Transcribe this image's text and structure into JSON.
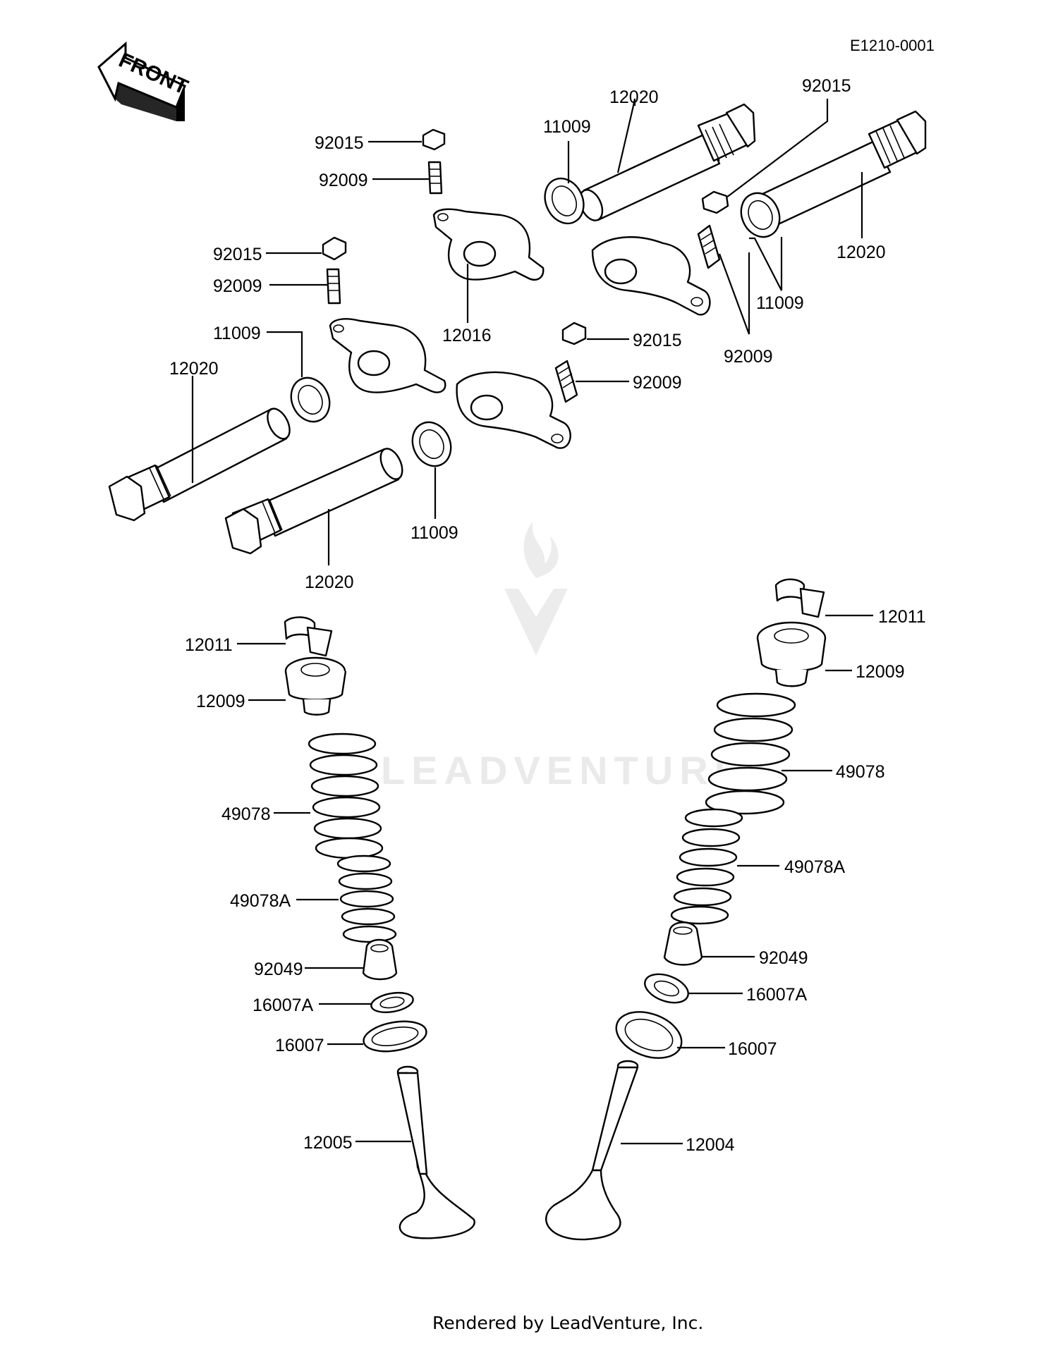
{
  "diagram_code": "E1210-0001",
  "front_label": "FRONT",
  "watermark": "LEADVENTURE",
  "footer_credit": "Rendered by LeadVenture, Inc.",
  "callouts": {
    "nut_upper": "92015",
    "screw_upper": "92009",
    "oring_upper": "11009",
    "shaft_upper": "12020",
    "nut_right": "92015",
    "shaft_right": "12020",
    "oring_right": "11009",
    "screw_right": "92009",
    "nut_left": "92015",
    "screw_left": "92009",
    "rocker_arm": "12016",
    "oring_left": "11009",
    "shaft_left": "12020",
    "nut_mid": "92015",
    "screw_mid": "92009",
    "oring_lower": "11009",
    "shaft_lower": "12020",
    "cotter_left": "12011",
    "retainer_left": "12009",
    "spring_outer_left": "49078",
    "spring_inner_left": "49078A",
    "seal_left": "92049",
    "seat_inner_left": "16007A",
    "seat_outer_left": "16007",
    "exhaust_valve": "12005",
    "cotter_right": "12011",
    "retainer_right": "12009",
    "spring_outer_right": "49078",
    "spring_inner_right": "49078A",
    "seal_right": "92049",
    "seat_inner_right": "16007A",
    "seat_outer_right": "16007",
    "intake_valve": "12004"
  }
}
